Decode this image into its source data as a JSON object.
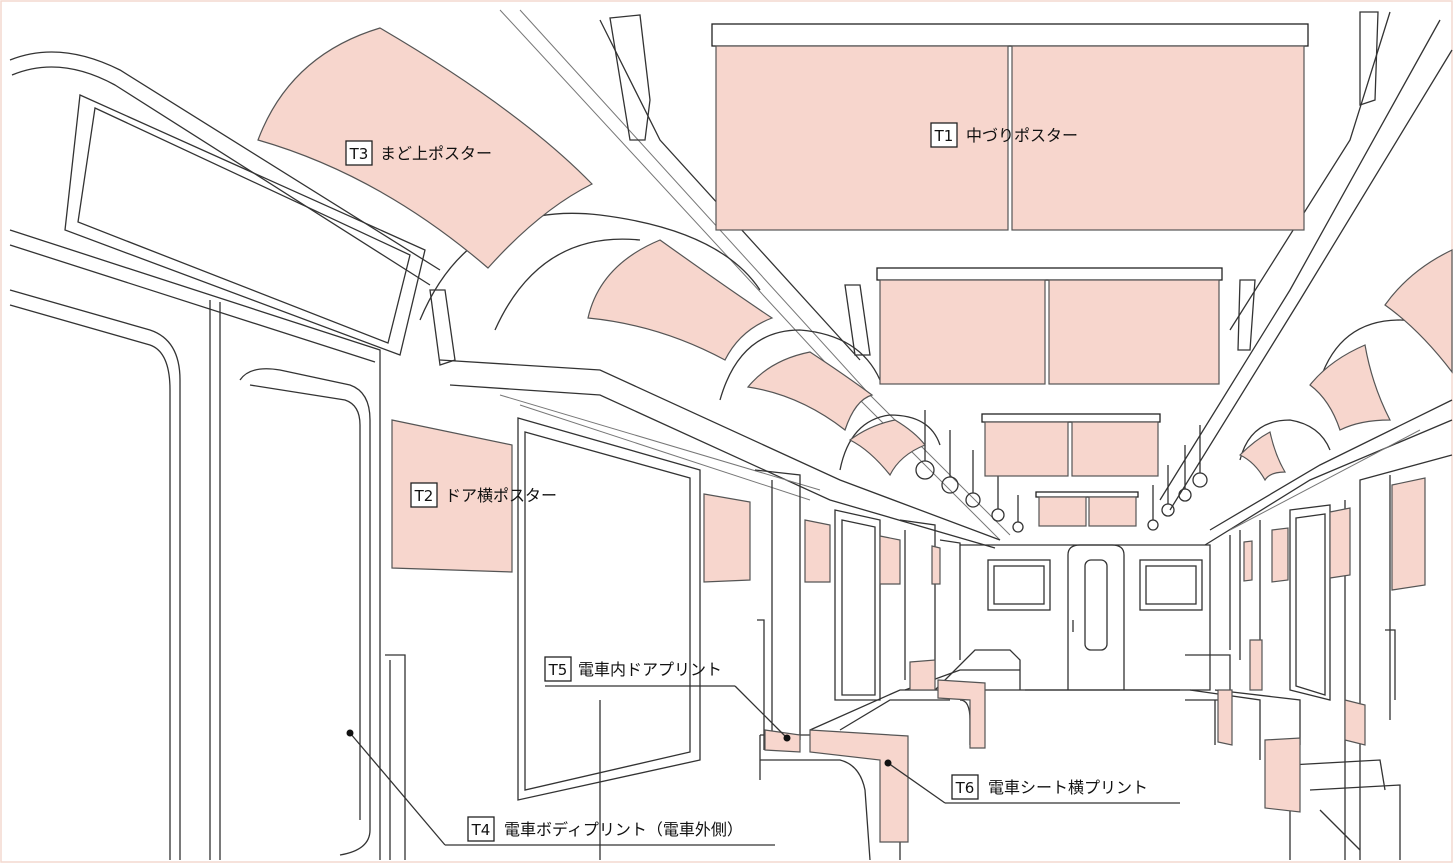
{
  "labels": {
    "t1": {
      "code": "T1",
      "text": "中づりポスター"
    },
    "t2": {
      "code": "T2",
      "text": "ドア横ポスター"
    },
    "t3": {
      "code": "T3",
      "text": "まど上ポスター"
    },
    "t4": {
      "code": "T4",
      "text": "電車ボディプリント（電車外側）"
    },
    "t5": {
      "code": "T5",
      "text": "電車内ドアプリント"
    },
    "t6": {
      "code": "T6",
      "text": "電車シート横プリント"
    }
  },
  "colors": {
    "ad_fill": "#f7d6cd",
    "line": "#333333",
    "frame": "#f3d9cf"
  }
}
